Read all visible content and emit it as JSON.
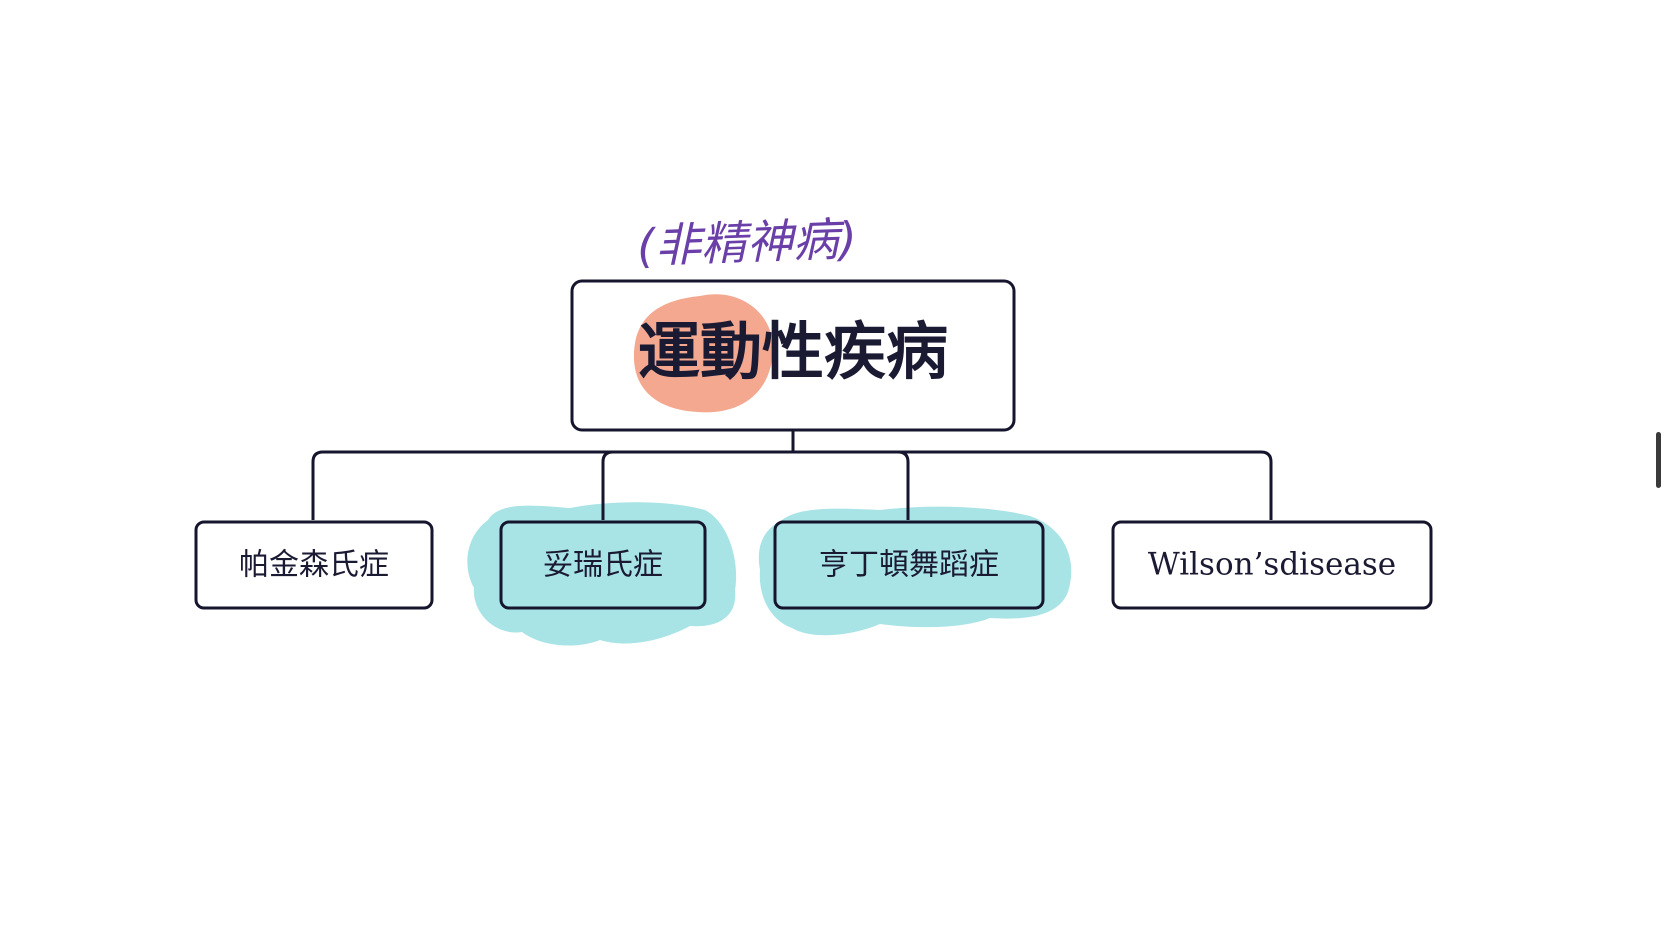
{
  "colors": {
    "line": "#15152e",
    "box_fill": "#ffffff",
    "highlight_peach": "#f4a890",
    "highlight_teal": "#a8e3e6",
    "handwriting": "#6a3fa8"
  },
  "annotation": {
    "text": "(非精神病)",
    "style": "handwritten"
  },
  "root": {
    "label": "運動性疾病",
    "highlight": "peach"
  },
  "children": [
    {
      "label": "帕金森氏症",
      "highlight": "none"
    },
    {
      "label": "妥瑞氏症",
      "highlight": "teal"
    },
    {
      "label": "亨丁頓舞蹈症",
      "highlight": "teal"
    },
    {
      "label": "Wilson’sdisease",
      "highlight": "none"
    }
  ]
}
